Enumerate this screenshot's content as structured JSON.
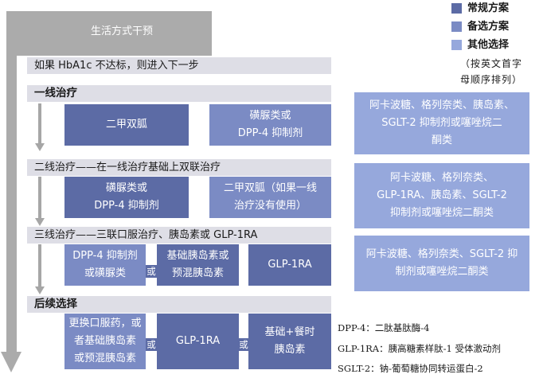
{
  "lifestyle": {
    "title": "生活方式干预"
  },
  "stage0": {
    "text": "如果 HbA1c 不达标，则进入下一步"
  },
  "stage1": {
    "title": "一线治疗",
    "preferred": "二甲双胍",
    "alternative_lines": [
      "磺脲类或",
      "DPP-4 抑制剂"
    ],
    "other_lines": [
      "阿卡波糖、格列奈类、胰岛素、",
      "SGLT-2 抑制剂或噻唑烷二",
      "酮类"
    ]
  },
  "stage2": {
    "title": "二线治疗——在一线治疗基础上双联治疗",
    "preferred_lines": [
      "磺脲类或",
      "DPP-4 抑制剂"
    ],
    "alternative_lines": [
      "二甲双胍（如果一线",
      "治疗没有使用）"
    ],
    "other_lines": [
      "阿卡波糖、格列奈类、",
      "GLP-1RA、胰岛素、SGLT-2",
      "抑制剂或噻唑烷二酮类"
    ]
  },
  "stage3": {
    "title": "三线治疗——三联口服治疗、胰岛素或 GLP-1RA",
    "preferred_lines": [
      "DPP-4 抑制剂",
      "或磺脲类"
    ],
    "or1": "或",
    "insulin_lines": [
      "基础胰岛素或",
      "预混胰岛素"
    ],
    "glp": "GLP-1RA",
    "other_lines": [
      "阿卡波糖、格列奈类、SGLT-2 抑",
      "制剂或噻唑烷二酮类"
    ]
  },
  "stage4": {
    "title": "后续选择",
    "box1_lines": [
      "更换口服药，或",
      "者基础胰岛素",
      "或预混胰岛素"
    ],
    "or1": "或",
    "glp": "GLP-1RA",
    "or2": "或",
    "box3_lines": [
      "基础+餐时",
      "胰岛素"
    ]
  },
  "legend": {
    "items": [
      {
        "label": "常规方案",
        "color": "#5c6ba5"
      },
      {
        "label": "备选方案",
        "color": "#7b8bc4"
      },
      {
        "label": "其他选择",
        "color": "#96a8dc"
      }
    ],
    "note_lines": [
      "（按英文首字",
      "母顺序排列）"
    ]
  },
  "abbreviations": [
    "DPP-4：二肽基肽酶-4",
    "GLP-1RA：胰高糖素样肽-1 受体激动剂",
    "SGLT-2：钠-葡萄糖协同转运蛋白-2"
  ]
}
